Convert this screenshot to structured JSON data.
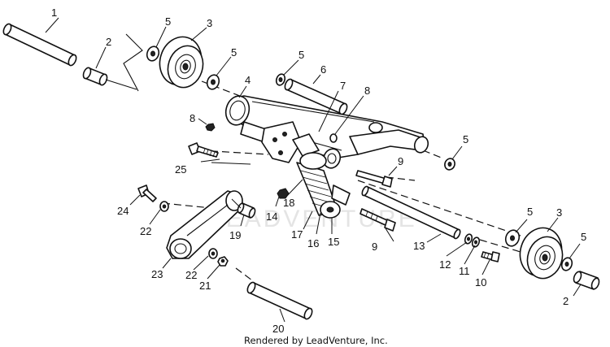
{
  "callouts": {
    "c1": "1",
    "c2a": "2",
    "c2b": "2",
    "c3a": "3",
    "c3b": "3",
    "c4": "4",
    "c5a": "5",
    "c5b": "5",
    "c5c": "5",
    "c5d": "5",
    "c5e": "5",
    "c6": "6",
    "c7": "7",
    "c8a": "8",
    "c8b": "8",
    "c9a": "9",
    "c9b": "9",
    "c10": "10",
    "c11": "11",
    "c12": "12",
    "c13": "13",
    "c14": "14",
    "c15": "15",
    "c16": "16",
    "c17": "17",
    "c18": "18",
    "c19": "19",
    "c20": "20",
    "c21": "21",
    "c22a": "22",
    "c22b": "22",
    "c23": "23",
    "c24": "24",
    "c25": "25"
  },
  "credit": "Rendered by LeadVenture, Inc.",
  "watermark": "LEADVENTURE"
}
